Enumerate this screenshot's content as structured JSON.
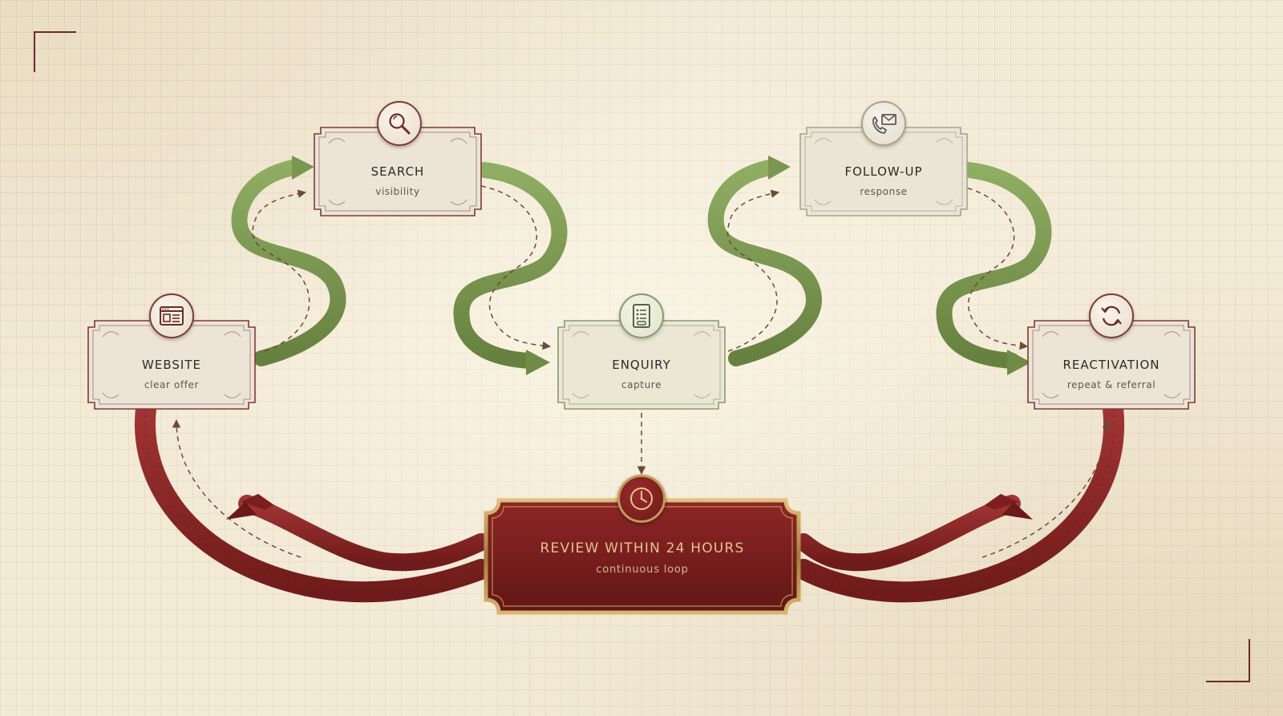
{
  "nodes": {
    "website": {
      "title": "WEBSITE",
      "subtitle": "clear offer",
      "icon": "browser-window-icon"
    },
    "search": {
      "title": "SEARCH",
      "subtitle": "visibility",
      "icon": "magnifier-icon"
    },
    "enquiry": {
      "title": "ENQUIRY",
      "subtitle": "capture",
      "icon": "form-list-icon"
    },
    "followup": {
      "title": "FOLLOW-UP",
      "subtitle": "response",
      "icon": "phone-envelope-icon"
    },
    "reactivation": {
      "title": "REACTIVATION",
      "subtitle": "repeat & referral",
      "icon": "refresh-cycle-icon"
    }
  },
  "review": {
    "title": "REVIEW WITHIN 24 HOURS",
    "subtitle": "continuous loop",
    "icon": "clock-icon"
  },
  "edges": [
    {
      "from": "website",
      "to": "search",
      "style": "green ribbon arrow"
    },
    {
      "from": "search",
      "to": "enquiry",
      "style": "green ribbon arrow"
    },
    {
      "from": "enquiry",
      "to": "followup",
      "style": "green ribbon arrow"
    },
    {
      "from": "followup",
      "to": "reactivation",
      "style": "green ribbon arrow"
    },
    {
      "from": "enquiry",
      "to": "review",
      "style": "dashed arrow"
    },
    {
      "from": "review",
      "to": "website",
      "style": "red ribbon, dashed arrow"
    },
    {
      "from": "review",
      "to": "reactivation",
      "style": "red ribbon, dashed arrow"
    }
  ],
  "colors": {
    "ribbon_green": "#7e9a55",
    "ribbon_red": "#8c2525",
    "card_border": "#7b3b3b",
    "review_plate": "#7a1f1f",
    "gold_trim": "#c09a56",
    "paper": "#f3ead6"
  }
}
